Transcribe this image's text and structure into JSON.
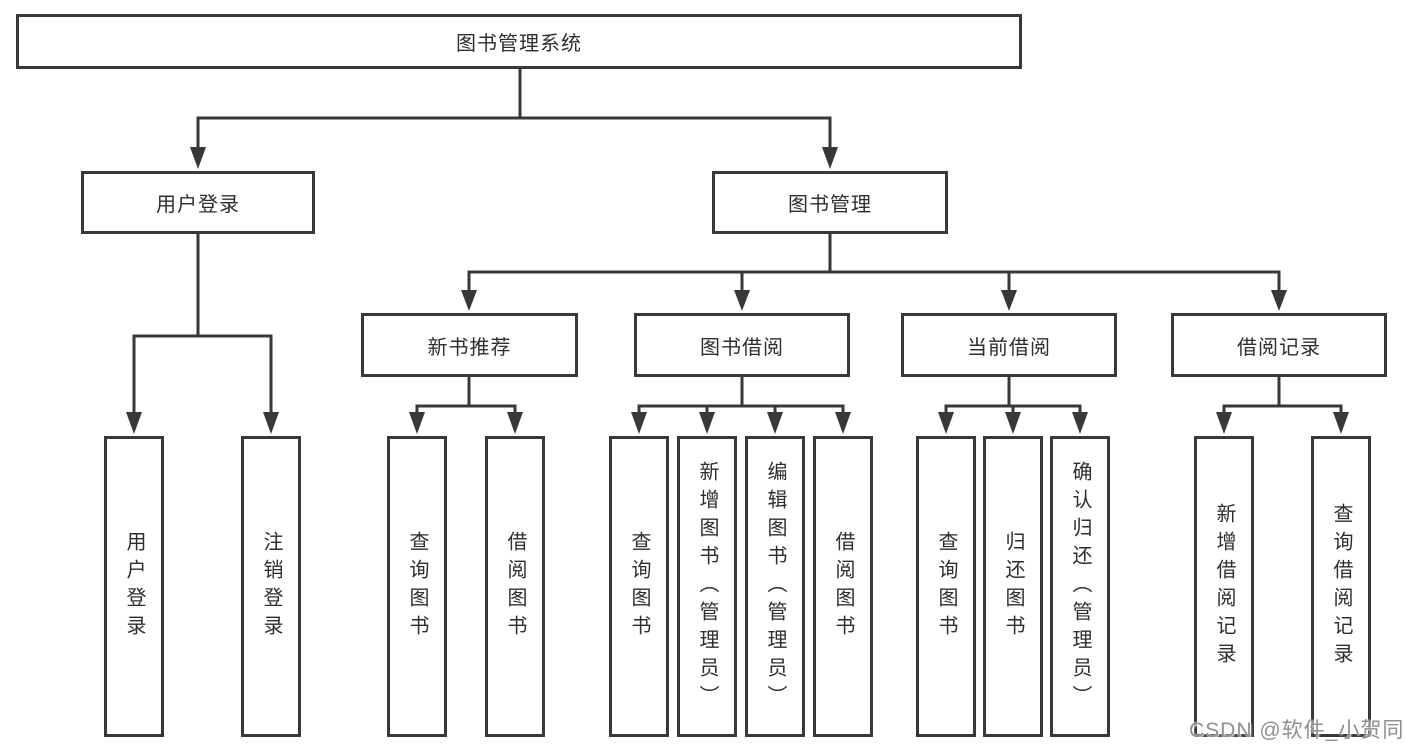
{
  "tree": {
    "root": {
      "label": "图书管理系统",
      "children": [
        {
          "label": "用户登录",
          "children": [
            {
              "label": "用户登录"
            },
            {
              "label": "注销登录"
            }
          ]
        },
        {
          "label": "图书管理",
          "children": [
            {
              "label": "新书推荐",
              "children": [
                {
                  "label": "查询图书"
                },
                {
                  "label": "借阅图书"
                }
              ]
            },
            {
              "label": "图书借阅",
              "children": [
                {
                  "label": "查询图书"
                },
                {
                  "label": "新增图书（管理员）"
                },
                {
                  "label": "编辑图书（管理员）"
                },
                {
                  "label": "借阅图书"
                }
              ]
            },
            {
              "label": "当前借阅",
              "children": [
                {
                  "label": "查询图书"
                },
                {
                  "label": "归还图书"
                },
                {
                  "label": "确认归还（管理员）"
                }
              ]
            },
            {
              "label": "借阅记录",
              "children": [
                {
                  "label": "新增借阅记录"
                },
                {
                  "label": "查询借阅记录"
                }
              ]
            }
          ]
        }
      ]
    }
  },
  "watermark": {
    "text": "CSDN @软件_小贺同学"
  },
  "colors": {
    "line": "#383838",
    "node_text": "#2e2e2e",
    "node_background": "#ffffff",
    "watermark_text": "#8f8f8f",
    "background": "#ffffff"
  }
}
